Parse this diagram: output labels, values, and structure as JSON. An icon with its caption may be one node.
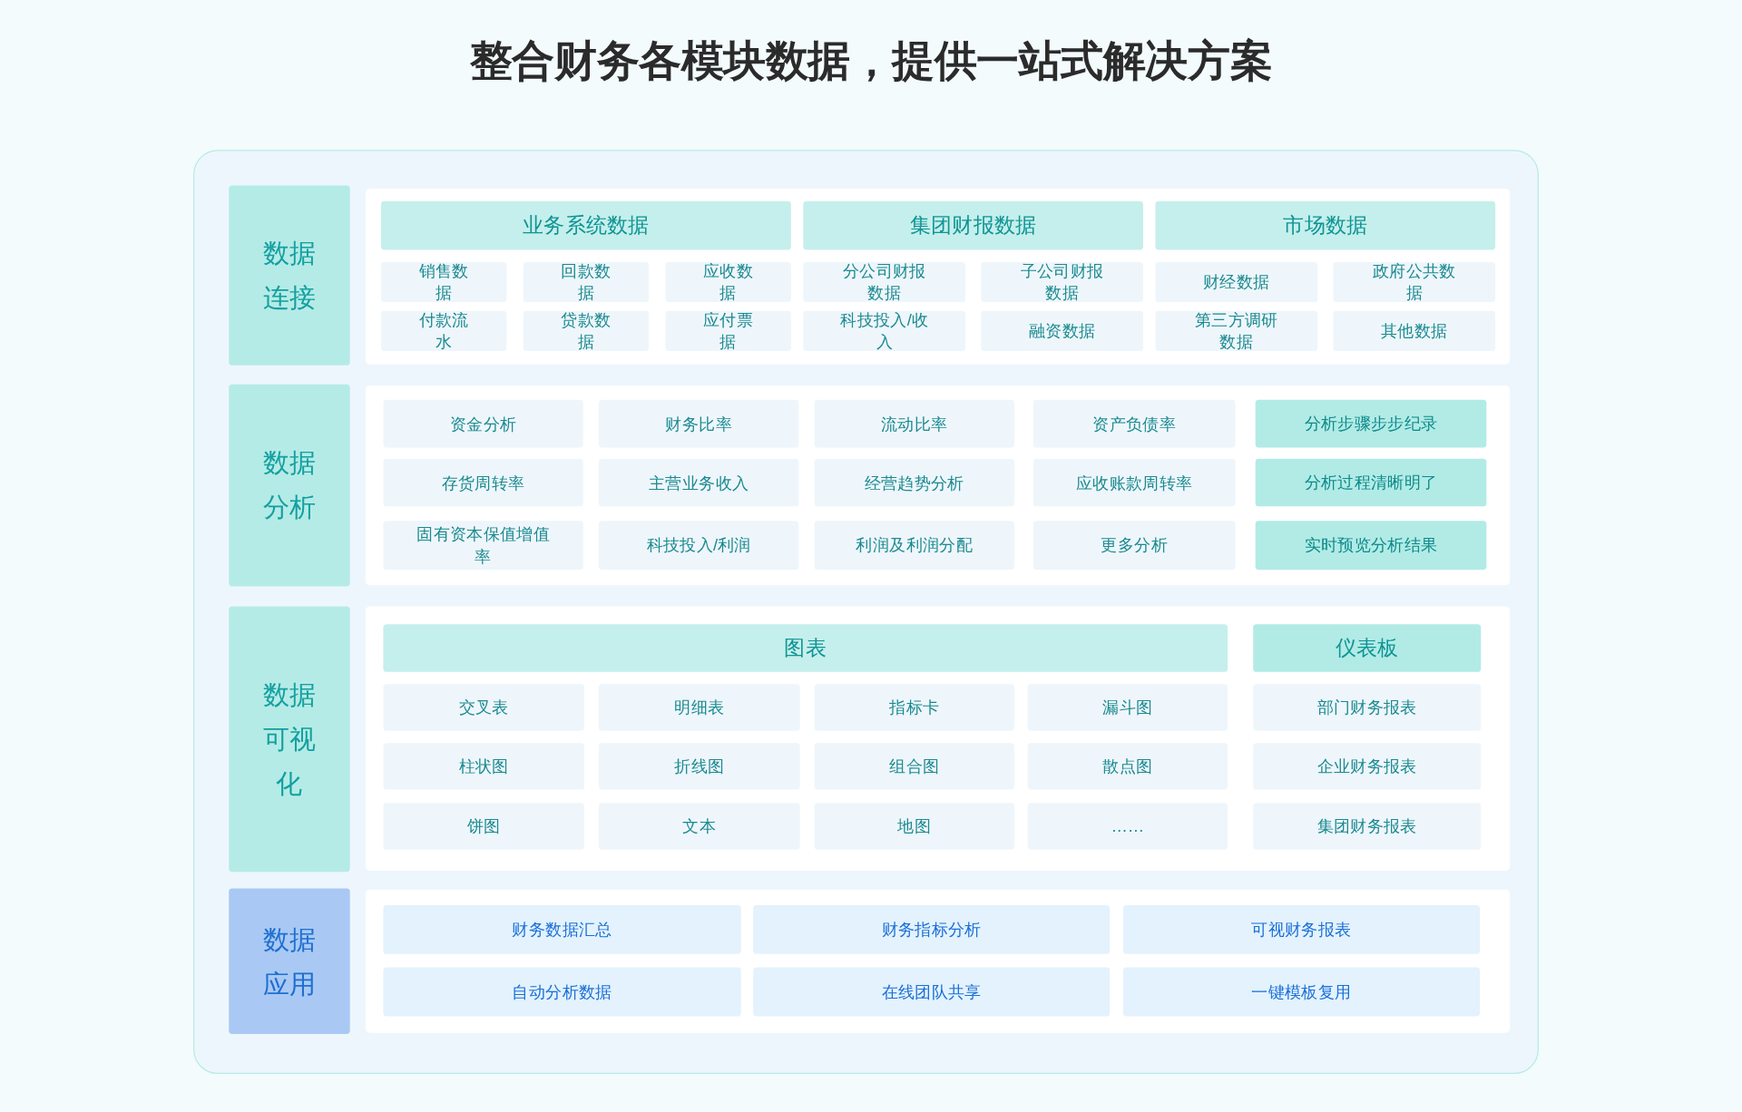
{
  "diagram": {
    "title": "整合财务各模块数据，提供一站式解决方案",
    "nodes": [
      {
        "text": [
          "数据连接"
        ]
      },
      {
        "text": [
          "业务系统数据"
        ]
      },
      {
        "text": [
          "集团财报数据"
        ]
      },
      {
        "text": [
          "市场数据"
        ]
      },
      {
        "text": [
          "销售数据"
        ]
      },
      {
        "text": [
          "回款数据"
        ]
      },
      {
        "text": [
          "应收数据"
        ]
      },
      {
        "text": [
          "分公司财报数据"
        ]
      },
      {
        "text": [
          "子公司财报数据"
        ]
      },
      {
        "text": [
          "财经数据"
        ]
      },
      {
        "text": [
          "政府公共数据"
        ]
      },
      {
        "text": [
          "付款流水"
        ]
      },
      {
        "text": [
          "贷款数据"
        ]
      },
      {
        "text": [
          "应付票据"
        ]
      },
      {
        "text": [
          "科技投入/收入"
        ]
      },
      {
        "text": [
          "融资数据"
        ]
      },
      {
        "text": [
          "第三方调研数据"
        ]
      },
      {
        "text": [
          "其他数据"
        ]
      },
      {
        "text": [
          "数据分析"
        ]
      },
      {
        "text": [
          "资金分析"
        ]
      },
      {
        "text": [
          "财务比率"
        ]
      },
      {
        "text": [
          "流动比率"
        ]
      },
      {
        "text": [
          "资产负债率"
        ]
      },
      {
        "text": [
          "分析步骤步步纪录"
        ]
      },
      {
        "text": [
          "存货周转率"
        ]
      },
      {
        "text": [
          "主营业务收入"
        ]
      },
      {
        "text": [
          "经营趋势分析"
        ]
      },
      {
        "text": [
          "应收账款周转率"
        ]
      },
      {
        "text": [
          "分析过程清晰明了"
        ]
      },
      {
        "text": [
          "固有资本保值增值率"
        ]
      },
      {
        "text": [
          "科技投入/利润"
        ]
      },
      {
        "text": [
          "利润及利润分配"
        ]
      },
      {
        "text": [
          "更多分析"
        ]
      },
      {
        "text": [
          "实时预览分析结果"
        ]
      },
      {
        "text": [
          "数据可视化"
        ]
      },
      {
        "text": [
          "图表"
        ]
      },
      {
        "text": [
          "仪表板"
        ]
      },
      {
        "text": [
          "交叉表"
        ]
      },
      {
        "text": [
          "明细表"
        ]
      },
      {
        "text": [
          "指标卡"
        ]
      },
      {
        "text": [
          "漏斗图"
        ]
      },
      {
        "text": [
          "部门财务报表"
        ]
      },
      {
        "text": [
          "柱状图"
        ]
      },
      {
        "text": [
          "折线图"
        ]
      },
      {
        "text": [
          "组合图"
        ]
      },
      {
        "text": [
          "散点图"
        ]
      },
      {
        "text": [
          "企业财务报表"
        ]
      },
      {
        "text": [
          "饼图"
        ]
      },
      {
        "text": [
          "文本"
        ]
      },
      {
        "text": [
          "地图"
        ]
      },
      {
        "text": [
          "……"
        ]
      },
      {
        "text": [
          "集团财务报表"
        ]
      },
      {
        "text": [
          "数据应用"
        ]
      },
      {
        "text": [
          "财务数据汇总"
        ]
      },
      {
        "text": [
          "财务指标分析"
        ]
      },
      {
        "text": [
          "可视财务报表"
        ]
      },
      {
        "text": [
          "自动分析数据"
        ]
      },
      {
        "text": [
          "在线团队共享"
        ]
      },
      {
        "text": [
          "一键模板复用"
        ]
      }
    ]
  }
}
